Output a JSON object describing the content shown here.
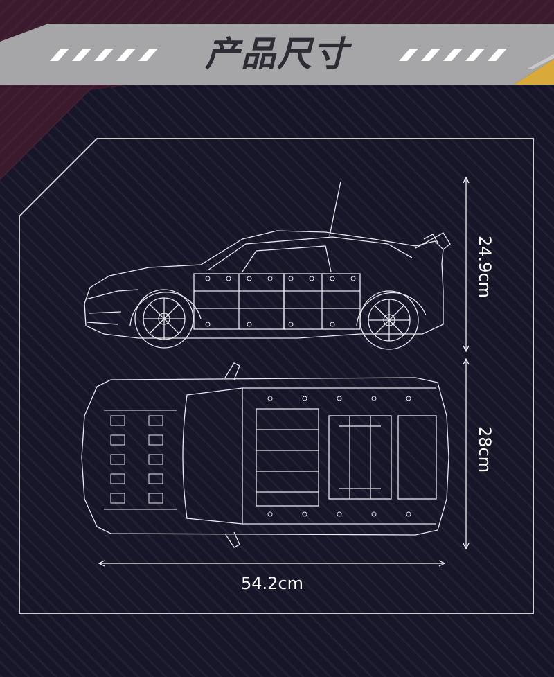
{
  "title": "产品尺寸",
  "dimensions": {
    "height": "24.9cm",
    "width": "28cm",
    "length": "54.2cm"
  },
  "colors": {
    "background": "#171628",
    "maroon": "#3a1a2c",
    "banner": "#a6a6a8",
    "gold": "#d9a93a",
    "line": "#ffffff"
  }
}
